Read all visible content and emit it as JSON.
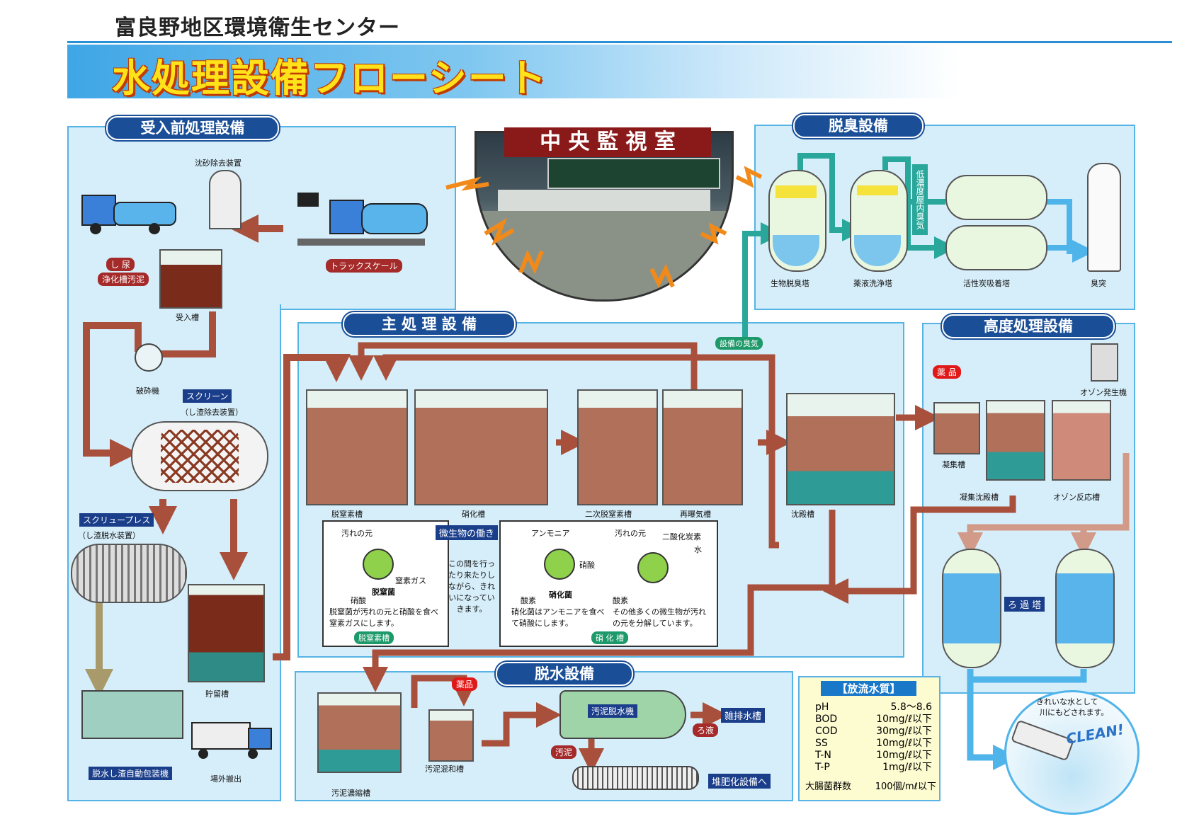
{
  "header": {
    "organization": "富良野地区環境衛生センター",
    "title": "水処理設備フローシート"
  },
  "control_room": {
    "title": "中 央 監 視 室"
  },
  "pretreatment": {
    "title": "受入前処理設備",
    "sand_removal": "沈砂除去装置",
    "night_soil": "し 尿",
    "septic_sludge": "浄化槽汚泥",
    "receiving_tank": "受入槽",
    "truck_scale": "トラックスケール",
    "crusher": "破砕機",
    "screen": "スクリーン",
    "screen_sub": "（し渣除去装置）",
    "screw_press": "スクリュープレス",
    "screw_press_sub": "（し渣脱水装置）",
    "storage_tank": "貯留槽",
    "auto_packer": "脱水し渣自動包装機",
    "offsite": "場外搬出"
  },
  "deodorization": {
    "title": "脱臭設備",
    "bio_tower": "生物脱臭塔",
    "chemical_scrubber": "薬液洗浄塔",
    "low_conc": "低濃度屋内臭気",
    "carbon_tower": "活性炭吸着塔",
    "stack": "臭突",
    "equipment_odor": "設備の臭気"
  },
  "main": {
    "title": "主 処 理 設 備",
    "denitrification": "脱窒素槽",
    "nitrification": "硝化槽",
    "secondary_denit": "二次脱窒素槽",
    "reaeration": "再曝気槽",
    "settling": "沈殿槽",
    "microbe": {
      "title": "微生物の働き",
      "pollutant1": "汚れの元",
      "nitrate1": "硝酸",
      "n2gas": "窒素ガス",
      "denit_bacteria": "脱窒菌",
      "denit_desc": "脱窒菌が汚れの元と硝酸を食べ窒素ガスにします。",
      "denit_tank": "脱窒素槽",
      "cycle_text": "この間を行ったり来たりしながら、きれいになっていきます。",
      "ammonia": "アンモニア",
      "oxygen1": "酸素",
      "nitrate2": "硝酸",
      "nitrifier": "硝化菌",
      "nitrif_desc": "硝化菌はアンモニアを食べて硝酸にします。",
      "pollutant2": "汚れの元",
      "co2": "二酸化炭素",
      "water": "水",
      "oxygen2": "酸素",
      "other_desc": "その他多くの微生物が汚れの元を分解しています。",
      "nitrif_tank": "硝 化 槽"
    }
  },
  "advanced": {
    "title": "高度処理設備",
    "chemicals": "薬 品",
    "ozone_gen": "オゾン発生機",
    "coagulation": "凝集槽",
    "coag_settling": "凝集沈殿槽",
    "ozone_reactor": "オゾン反応槽",
    "filter": "ろ 過 塔"
  },
  "dewatering": {
    "title": "脱水設備",
    "chemicals": "薬品",
    "dewaterer": "汚泥脱水機",
    "misc_tank": "雑排水槽",
    "filtrate": "ろ液",
    "sludge": "汚泥",
    "compost": "堆肥化設備へ",
    "thickener": "汚泥濃縮槽",
    "mixer": "汚泥混和槽"
  },
  "discharge": {
    "title": "【放流水質】",
    "rows": [
      {
        "k": "pH",
        "v": "5.8～8.6"
      },
      {
        "k": "BOD",
        "v": "10mg/ℓ以下"
      },
      {
        "k": "COD",
        "v": "30mg/ℓ以下"
      },
      {
        "k": "SS",
        "v": "10mg/ℓ以下"
      },
      {
        "k": "T-N",
        "v": "10mg/ℓ以下"
      },
      {
        "k": "T-P",
        "v": "1mg/ℓ以下"
      }
    ],
    "coliform_label": "大腸菌群数",
    "coliform_value": "100個/mℓ以下",
    "river1": "きれいな水として",
    "river2": "川にもどされます。",
    "clean": "CLEAN!"
  },
  "colors": {
    "pipe_brown": "#a8503c",
    "pipe_teal": "#2aa79b",
    "pipe_blue": "#4fb4ea",
    "pipe_khaki": "#a89a6a",
    "panel": "#d6eefa",
    "section": "#1a4f98"
  }
}
